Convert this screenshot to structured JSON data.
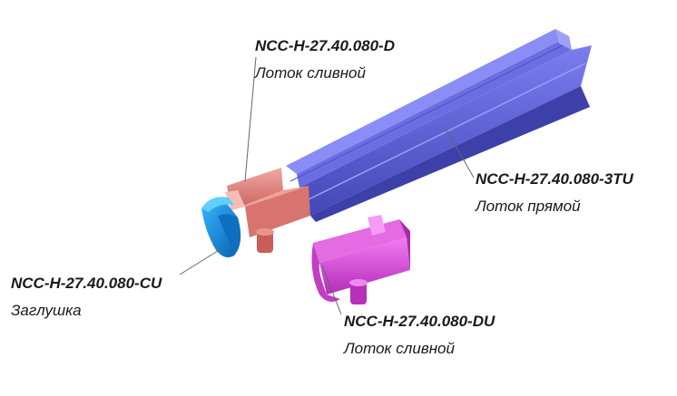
{
  "callouts": {
    "drain_d": {
      "code": "NCC-H-27.40.080-D",
      "name": "Лоток сливной"
    },
    "straight_3tu": {
      "code": "NCC-H-27.40.080-3TU",
      "name": "Лоток прямой"
    },
    "cap_cu": {
      "code": "NCC-H-27.40.080-CU",
      "name": "Заглушка"
    },
    "drain_du": {
      "code": "NCC-H-27.40.080-DU",
      "name": "Лоток сливной"
    }
  },
  "colors": {
    "straight_tray": "#5c5fd4",
    "drain_tray_d": "#e07f7a",
    "end_cap": "#1e8ad8",
    "drain_tray_du": "#d443d6",
    "leader_line": "#666666"
  }
}
